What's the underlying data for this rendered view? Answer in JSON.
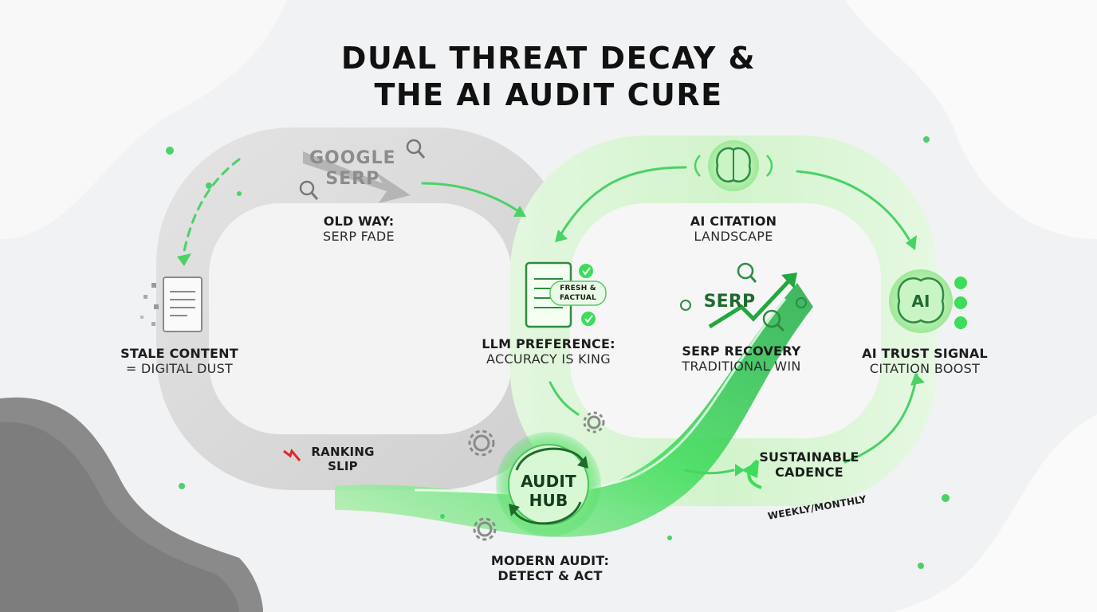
{
  "title": {
    "line1": "DUAL THREAT DECAY &",
    "line2": "THE AI AUDIT CURE"
  },
  "google_serp_badge": {
    "line1": "GOOGLE",
    "line2": "SERP",
    "icon": "magnifier-icon"
  },
  "nodes": {
    "old_way": {
      "title": "OLD WAY:",
      "subtitle": "SERP FADE"
    },
    "stale_content": {
      "title": "STALE CONTENT",
      "subtitle": "= DIGITAL DUST",
      "icon": "dissolving-document-icon"
    },
    "ranking_slip": {
      "line1": "RANKING",
      "line2": "SLIP",
      "icon": "red-zigzag-down-arrow-icon"
    },
    "audit_hub": {
      "line1": "AUDIT",
      "line2": "HUB",
      "icon": "refresh-cycle-icon"
    },
    "modern_audit": {
      "title": "MODERN AUDIT:",
      "subtitle": "DETECT & ACT"
    },
    "llm_preference": {
      "title": "LLM PREFERENCE:",
      "subtitle": "ACCURACY IS KING",
      "badge": "FRESH &\nFACTUAL",
      "badge_line1": "FRESH &",
      "badge_line2": "FACTUAL",
      "icon": "checked-document-icon"
    },
    "ai_citation": {
      "title": "AI CITATION",
      "subtitle": "LANDSCAPE",
      "icon": "brain-icon"
    },
    "serp_recovery": {
      "title": "SERP RECOVERY",
      "subtitle": "TRADITIONAL WIN",
      "badge": "SERP",
      "icon": "rising-arrow-icon"
    },
    "ai_trust": {
      "title": "AI TRUST SIGNAL",
      "subtitle": "CITATION BOOST",
      "badge": "AI",
      "icon": "ai-brain-check-icon"
    },
    "sustainable": {
      "line1": "SUSTAINABLE",
      "line2": "CADENCE",
      "note": "WEEKLY/MONTHLY"
    }
  },
  "colors": {
    "gray_track": "#d6d6d6",
    "green_accent": "#3ddc5a",
    "green_light": "#c9f5c4",
    "dark_shape": "#8a8a8a",
    "red_arrow": "#e3262b"
  }
}
